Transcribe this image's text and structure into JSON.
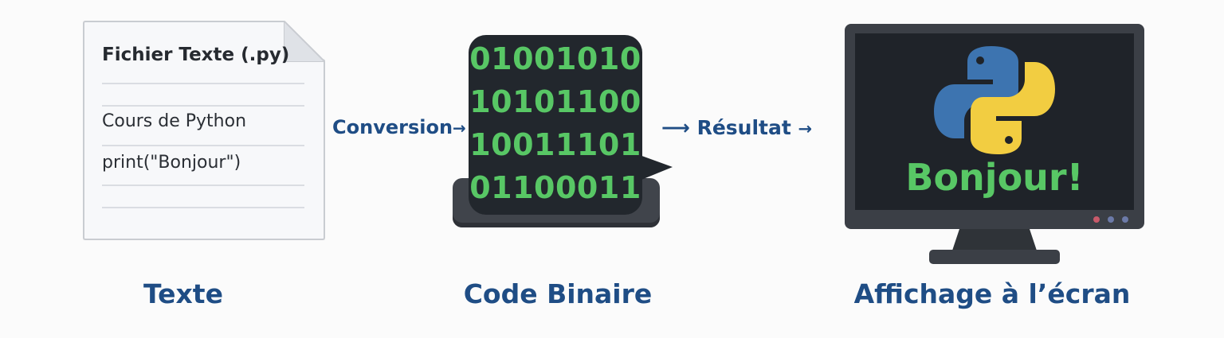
{
  "document": {
    "title": "Fichier Texte (.py)",
    "lines": [
      "Cours de Python",
      "print(\"Bonjour\")"
    ]
  },
  "arrows": {
    "conversion": "Conversion",
    "conversion_arrow": "→",
    "result_lead_arrow": "⟶",
    "result": "Résultat",
    "result_arrow": "→"
  },
  "binary": {
    "rows": [
      "01001010",
      "10101100",
      "10011101",
      "01100011"
    ]
  },
  "screen": {
    "logo_icon": "python-logo-icon",
    "text": "Bonjour!"
  },
  "captions": {
    "text": "Texte",
    "binary": "Code Binaire",
    "display": "Affichage à l’écran"
  },
  "colors": {
    "accent_blue": "#1f4d85",
    "binary_green": "#58c765",
    "python_blue": "#3d74b0",
    "python_yellow": "#f2cd41",
    "dark_panel": "#22272d"
  }
}
